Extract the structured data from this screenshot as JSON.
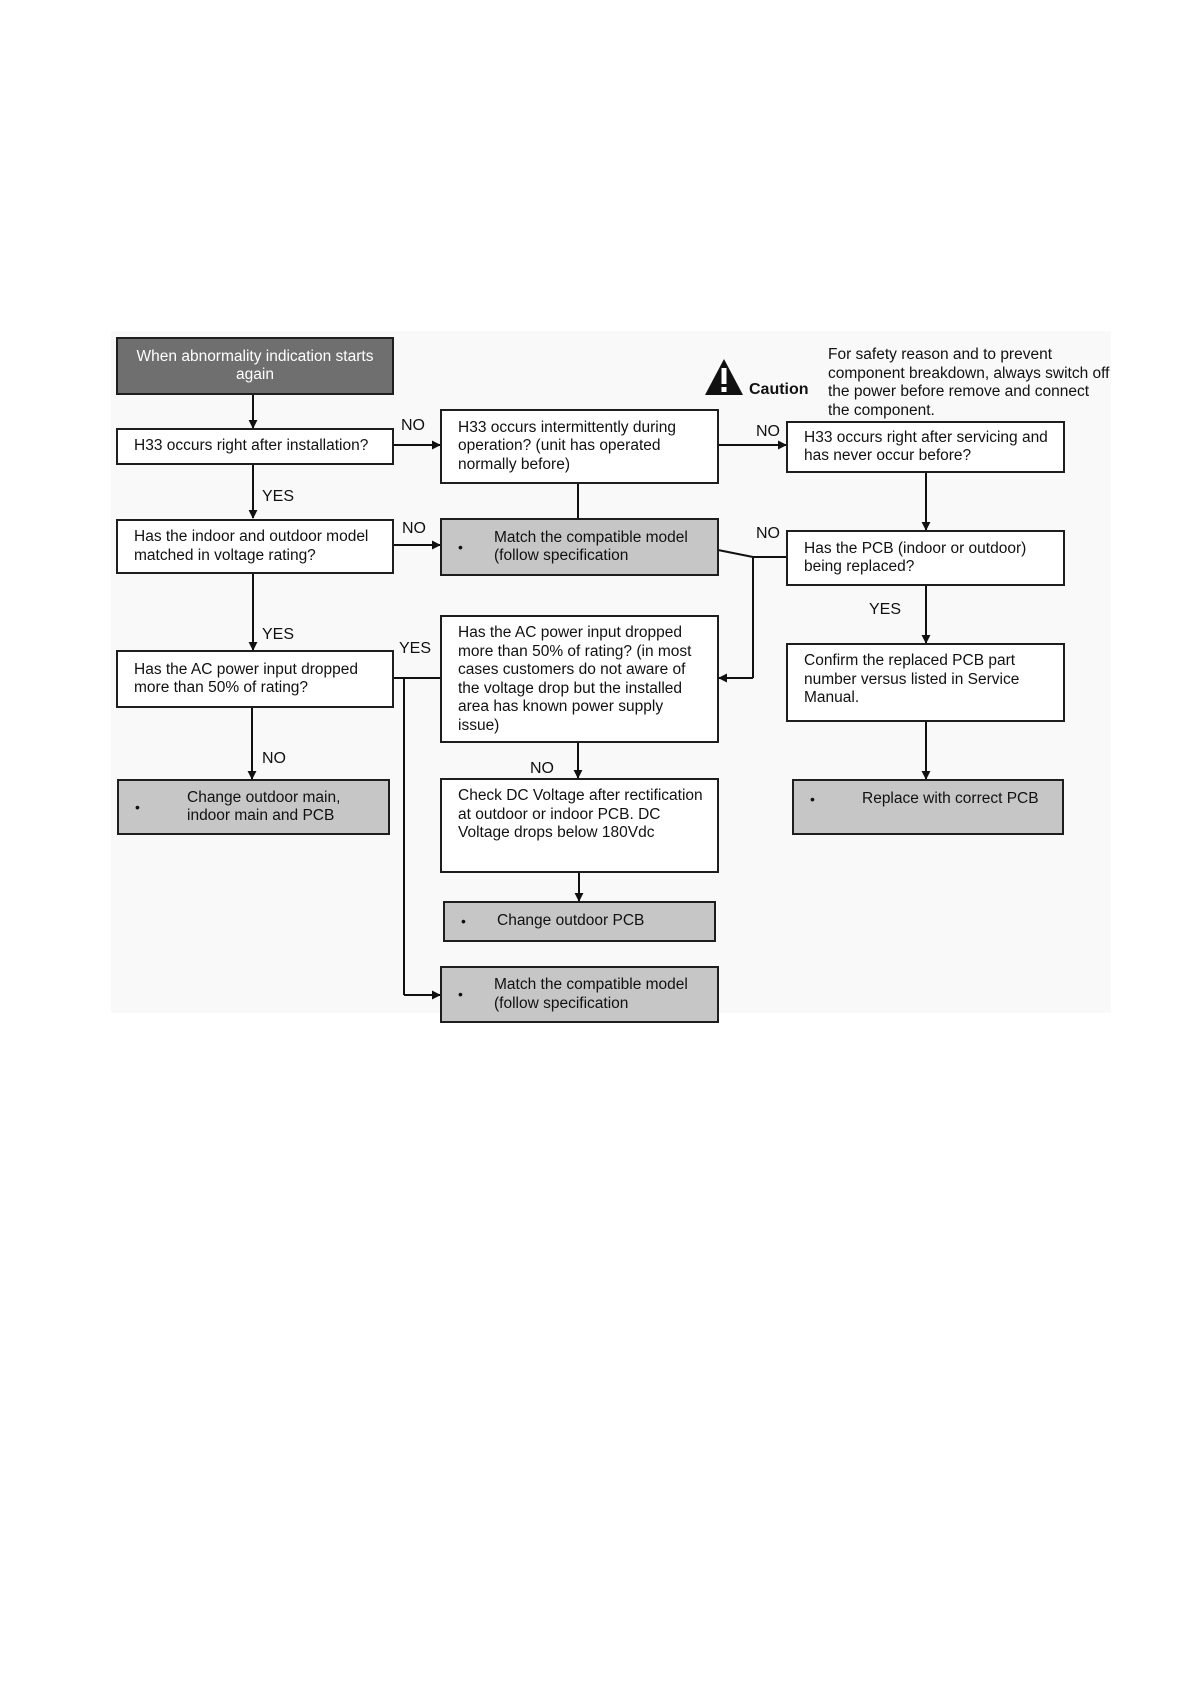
{
  "caution": {
    "label": "Caution",
    "note": "For safety reason and to prevent component breakdown, always switch off the power before remove and connect the component."
  },
  "boxes": {
    "start": "When abnormality indication starts again",
    "q_install": "H33 occurs right after installation?",
    "q_intermittent": "H33 occurs intermittently during operation? (unit has operated normally before)",
    "q_servicing": "H33 occurs right after servicing and has never occur before?",
    "q_model_match": "Has the indoor and outdoor model matched in voltage rating?",
    "act_match_model_1": "Match the compatible model (follow specification",
    "q_pcb_replaced": "Has the PCB (indoor or outdoor) being replaced?",
    "q_ac_drop": "Has the AC power input dropped more than 50% of rating?",
    "q_ac_drop_long": "Has the AC power input dropped more than 50% of rating? (in most cases customers do not aware of the voltage drop but the installed area has known power supply issue)",
    "act_confirm_pcb": "Confirm the replaced PCB part number versus listed in Service Manual.",
    "act_change_outdoor_indoor": "Change outdoor main, indoor main and PCB",
    "q_dc_voltage": "Check DC Voltage after rectification at outdoor or indoor PCB. DC Voltage drops below 180Vdc",
    "act_replace_pcb": "Replace with correct PCB",
    "act_change_outdoor_pcb": "Change outdoor PCB",
    "act_match_model_2": "Match the compatible model (follow specification"
  },
  "bullet": "•",
  "labels": {
    "no_1": "NO",
    "no_2": "NO",
    "yes_1": "YES",
    "no_3": "NO",
    "no_4": "NO",
    "yes_2": "YES",
    "yes_3": "YES",
    "yes_4": "YES",
    "no_5": "NO",
    "no_6": "NO"
  }
}
